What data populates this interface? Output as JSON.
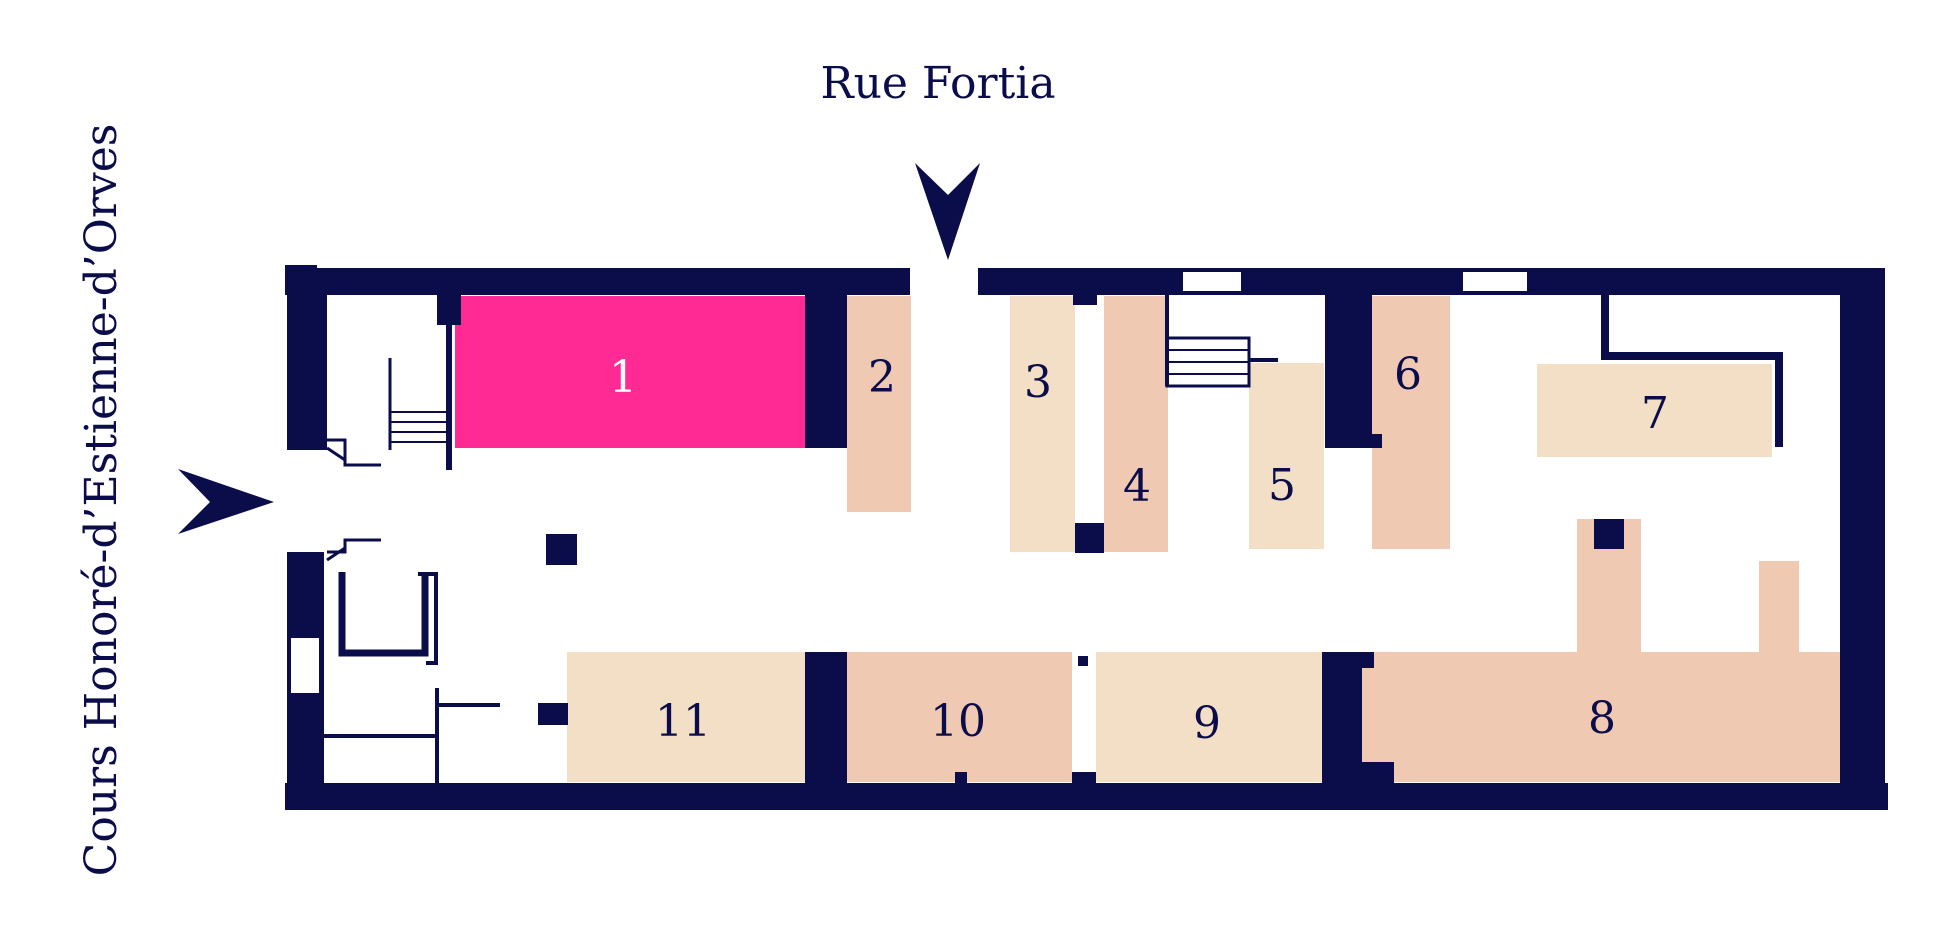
{
  "streets": {
    "top": "Rue Fortia",
    "left": "Cours Honoré-d’Estienne-d’Orves"
  },
  "colors": {
    "wall": "#0b0c4a",
    "highlight": "#ff2a94",
    "salmon": "#f0c9b2",
    "cream": "#f2dfc5",
    "highlight_text": "#ffffff"
  },
  "rooms": [
    {
      "id": "1",
      "label": "1",
      "highlighted": true
    },
    {
      "id": "2",
      "label": "2",
      "highlighted": false
    },
    {
      "id": "3",
      "label": "3",
      "highlighted": false
    },
    {
      "id": "4",
      "label": "4",
      "highlighted": false
    },
    {
      "id": "5",
      "label": "5",
      "highlighted": false
    },
    {
      "id": "6",
      "label": "6",
      "highlighted": false
    },
    {
      "id": "7",
      "label": "7",
      "highlighted": false
    },
    {
      "id": "8",
      "label": "8",
      "highlighted": false
    },
    {
      "id": "9",
      "label": "9",
      "highlighted": false
    },
    {
      "id": "10",
      "label": "10",
      "highlighted": false
    },
    {
      "id": "11",
      "label": "11",
      "highlighted": false
    }
  ]
}
